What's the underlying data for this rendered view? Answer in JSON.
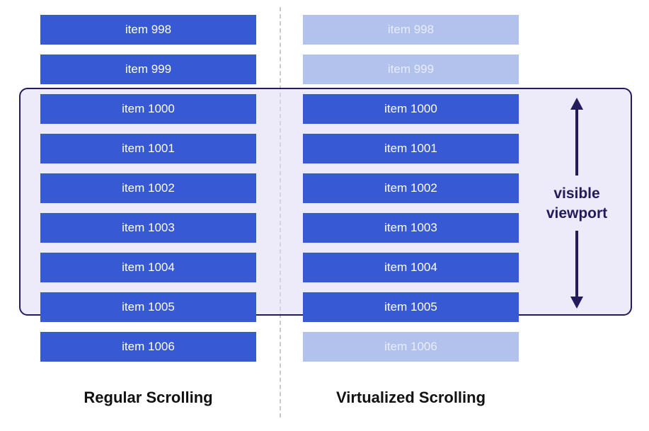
{
  "colors": {
    "rendered_item": "#3759d4",
    "virtual_item": "#b3c2ed",
    "viewport_border": "#231b5c",
    "viewport_fill": "#ded8f5",
    "divider": "#c9c9cf"
  },
  "regular": {
    "title": "Regular Scrolling",
    "items": [
      {
        "label": "item 998",
        "rendered": true
      },
      {
        "label": "item 999",
        "rendered": true
      },
      {
        "label": "item 1000",
        "rendered": true
      },
      {
        "label": "item 1001",
        "rendered": true
      },
      {
        "label": "item 1002",
        "rendered": true
      },
      {
        "label": "item 1003",
        "rendered": true
      },
      {
        "label": "item 1004",
        "rendered": true
      },
      {
        "label": "item 1005",
        "rendered": true
      },
      {
        "label": "item 1006",
        "rendered": true
      }
    ]
  },
  "virtualized": {
    "title": "Virtualized Scrolling",
    "items": [
      {
        "label": "item 998",
        "rendered": false
      },
      {
        "label": "item 999",
        "rendered": false
      },
      {
        "label": "item 1000",
        "rendered": true
      },
      {
        "label": "item 1001",
        "rendered": true
      },
      {
        "label": "item 1002",
        "rendered": true
      },
      {
        "label": "item 1003",
        "rendered": true
      },
      {
        "label": "item 1004",
        "rendered": true
      },
      {
        "label": "item 1005",
        "rendered": true
      },
      {
        "label": "item 1006",
        "rendered": false
      }
    ]
  },
  "viewport": {
    "label_line1": "visible",
    "label_line2": "viewport"
  }
}
